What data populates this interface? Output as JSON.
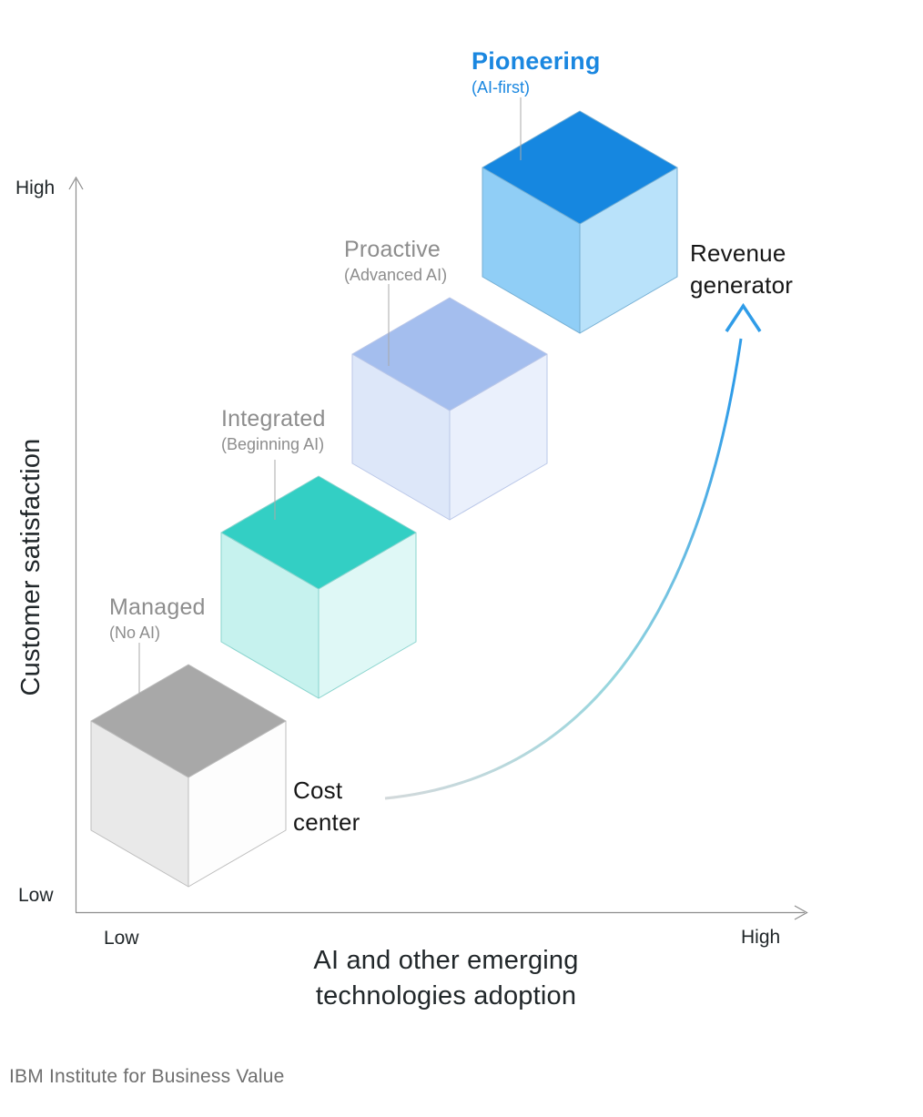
{
  "figure": {
    "footer_source": "IBM Institute for Business Value"
  },
  "axes": {
    "y": {
      "title": "Customer satisfaction",
      "top_tick": "High",
      "bottom_tick": "Low"
    },
    "x": {
      "title_line1": "AI and other emerging",
      "title_line2": "technologies adoption",
      "left_tick": "Low",
      "right_tick": "High"
    }
  },
  "stages": [
    {
      "name": "Managed",
      "qualifier": "(No AI)",
      "ai_level": "No AI",
      "position": {
        "x": "low",
        "y": "low"
      },
      "colors": {
        "top": "#a8a8a8",
        "left": "#e9e9e9",
        "right": "#fdfdfd",
        "edge": "#bdbdbd"
      }
    },
    {
      "name": "Integrated",
      "qualifier": "(Beginning AI)",
      "ai_level": "Beginning AI",
      "position": {
        "x": "mid-low",
        "y": "mid-low"
      },
      "colors": {
        "top": "#33cfc4",
        "left": "#c6f2ee",
        "right": "#dff8f6",
        "edge": "#8ad4ce"
      }
    },
    {
      "name": "Proactive",
      "qualifier": "(Advanced AI)",
      "ai_level": "Advanced AI",
      "position": {
        "x": "mid-high",
        "y": "mid-high"
      },
      "colors": {
        "top": "#a4beee",
        "left": "#dde7f9",
        "right": "#eaf0fc",
        "edge": "#bac7e8"
      }
    },
    {
      "name": "Pioneering",
      "qualifier": "(AI-first)",
      "ai_level": "AI-first",
      "position": {
        "x": "high",
        "y": "high"
      },
      "colors": {
        "top": "#1687e0",
        "left": "#90cef6",
        "right": "#b9e2fa",
        "edge": "#74aed3"
      }
    }
  ],
  "annotations": {
    "start": "Cost center",
    "end": "Revenue generator"
  },
  "arrow": {
    "gradient_start": "#d3d9db",
    "gradient_mid": "#96d6de",
    "gradient_end": "#2f9ce8",
    "head_color": "#2f9ce8"
  },
  "label_colors": {
    "highlight_blue": "#1a87e0",
    "muted_gray": "#8d8d8d",
    "dark": "#161616",
    "footer_gray": "#6f6f6f",
    "axis_gray": "#8d8d8d"
  }
}
